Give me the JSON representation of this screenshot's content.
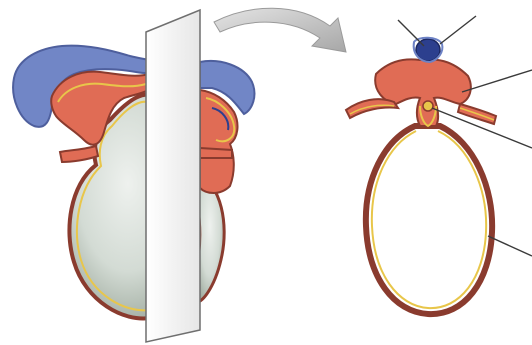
{
  "figure": {
    "left_panel": "embryo-with-section-plane",
    "right_panel": "cross-section",
    "callout_lines": 5
  },
  "colors": {
    "background": "#ffffff",
    "yolk_sac": "#d9dfd8",
    "yolk_sac_shade": "#a9b5ad",
    "mesoderm": "#e06c55",
    "mesoderm_dark": "#b8473a",
    "ectoderm": "#7186c6",
    "ectoderm_dark": "#4e5f9d",
    "endoderm_line": "#e8c64a",
    "neural_tube": "#2c3f8e",
    "plane": "#f2f2f2",
    "arrow": "#b9b9b9",
    "outline": "#3a2a28"
  },
  "icons": {
    "arrow": "curved-arrow-icon"
  }
}
